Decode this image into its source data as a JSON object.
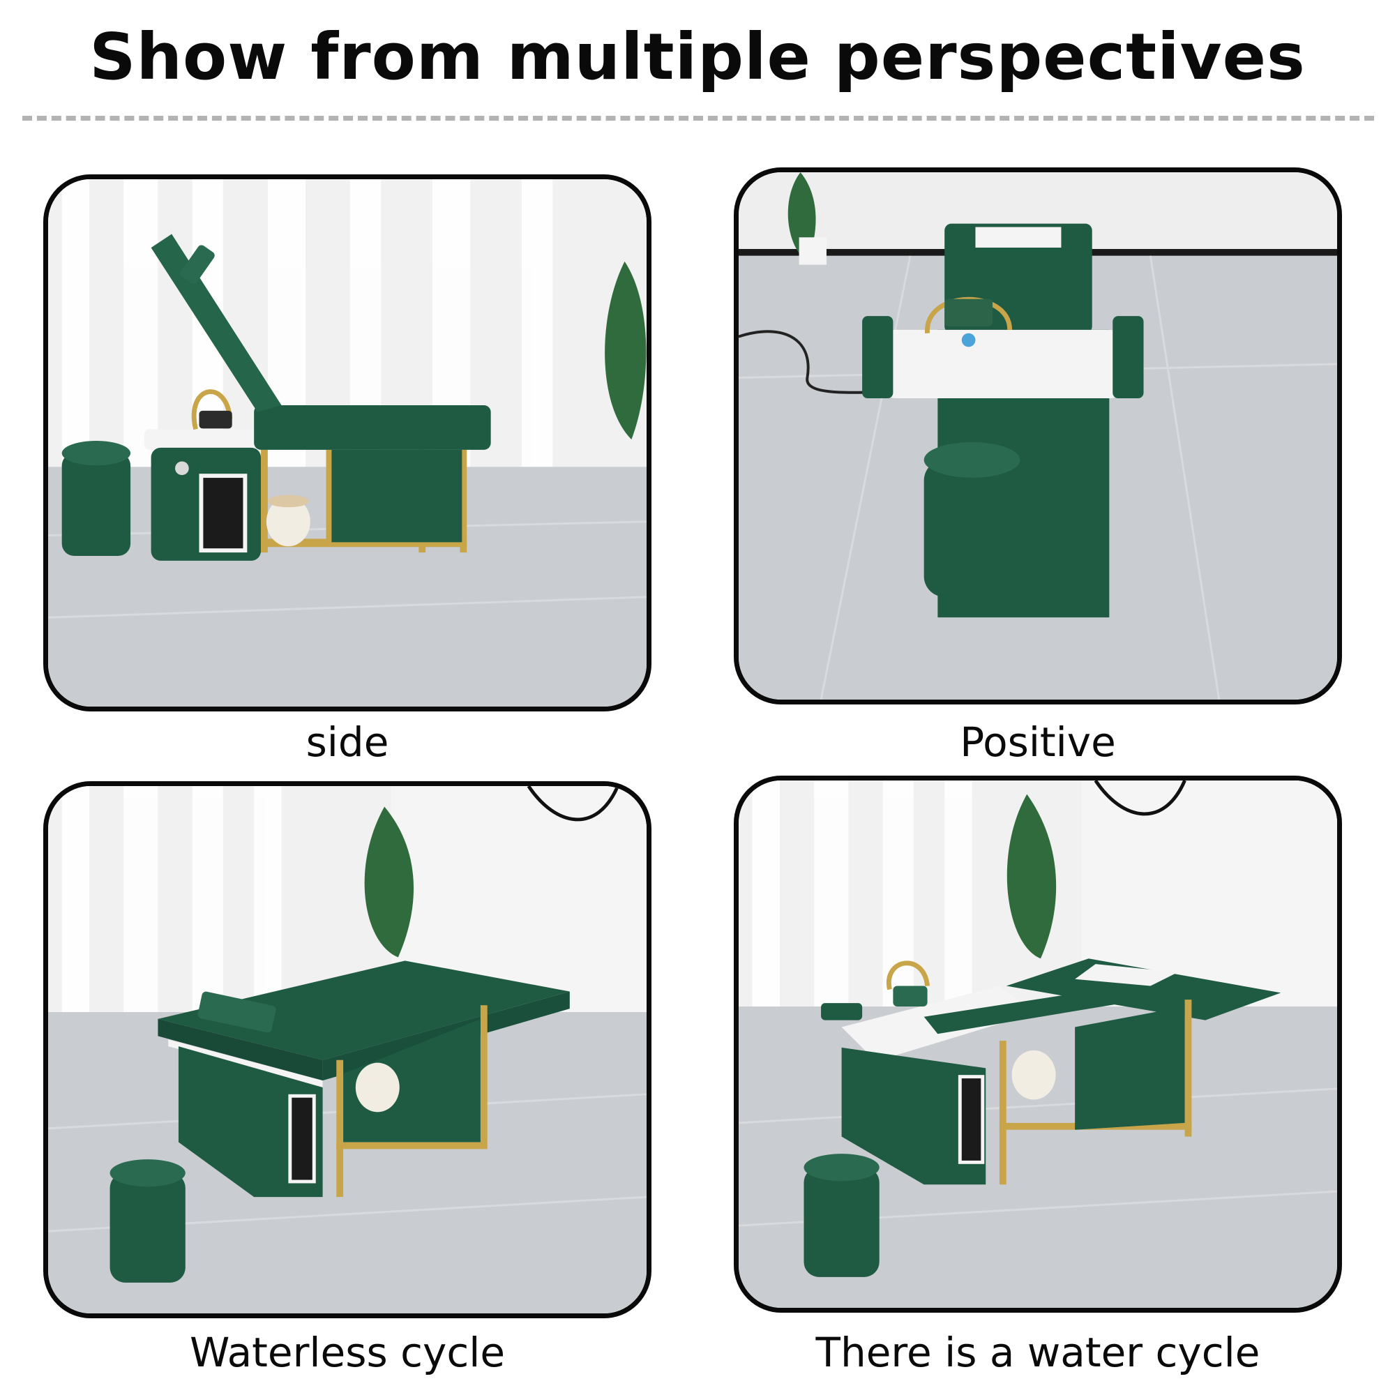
{
  "page": {
    "title": "Show from multiple perspectives"
  },
  "views": [
    {
      "caption": "side"
    },
    {
      "caption": "Positive"
    },
    {
      "caption": "Waterless cycle"
    },
    {
      "caption": "There is a water cycle"
    }
  ],
  "colors": {
    "upholstery": "#1f5a43",
    "frame_gold": "#c9a54a",
    "basin_white": "#f4f4f4",
    "floor_gray": "#c7cbd0",
    "curtain_white": "#f2f2f2"
  }
}
